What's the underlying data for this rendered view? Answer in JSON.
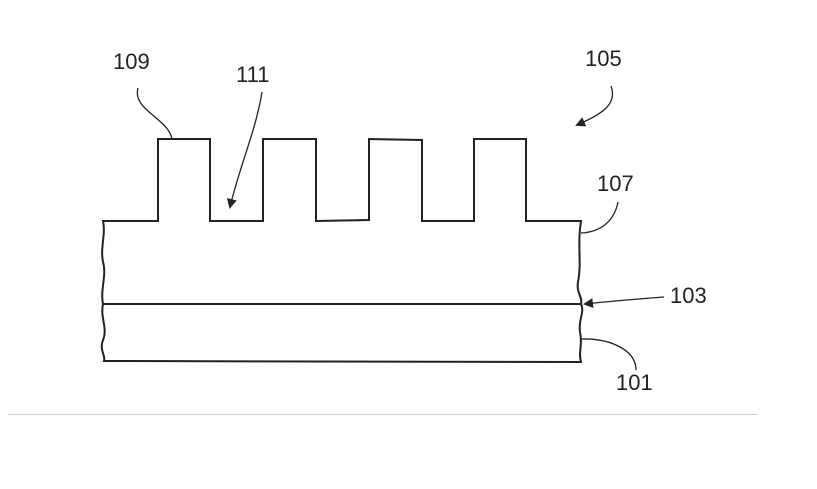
{
  "labels": {
    "fin": "109",
    "trench": "111",
    "structure": "105",
    "fin_layer": "107",
    "interface": "103",
    "substrate": "101"
  },
  "colors": {
    "line": "#222222",
    "separator": "#d0d0d0"
  }
}
